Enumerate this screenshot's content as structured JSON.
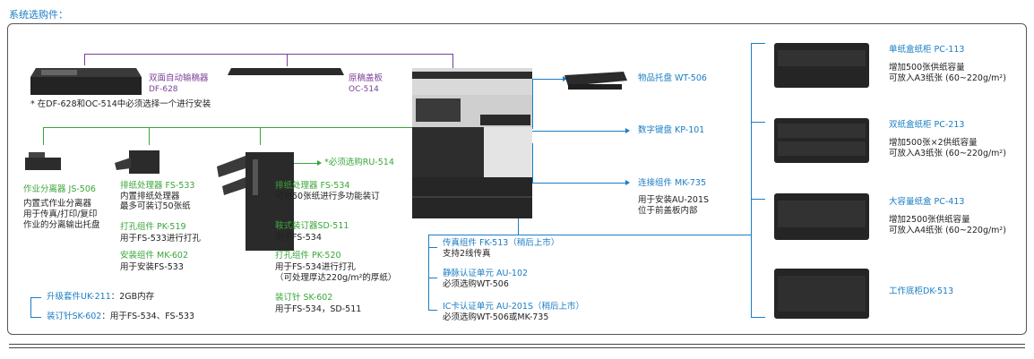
{
  "header": {
    "title": "系统选购件："
  },
  "top": {
    "df628_name": "双面自动输稿器",
    "df628_code": "DF-628",
    "oc514_name": "原稿盖板",
    "oc514_code": "OC-514",
    "note": "* 在DF-628和OC-514中必须选择一个进行安装"
  },
  "left": {
    "js506_title": "作业分离器 JS-506",
    "js506_desc": [
      "内置式作业分离器",
      "用于传真/打印/复印",
      "作业的分离输出托盘"
    ],
    "fs533_title": "排纸处理器 FS-533",
    "fs533_desc": [
      "内置排纸处理器",
      "最多可装订50张纸"
    ],
    "pk519_title": "打孔组件 PK-519",
    "pk519_desc": "用于FS-533进行打孔",
    "mk602_title": "安装组件 MK-602",
    "mk602_desc": "用于安装FS-533",
    "uk211_title": "升级套件UK-211",
    "uk211_desc": "：2GB内存",
    "sk602_title": "装订针SK-602",
    "sk602_desc": "：用于FS-534、FS-533"
  },
  "middle": {
    "ru514": "*必须选购RU-514",
    "fs534_title": "排纸处理器 FS-534",
    "fs534_desc": "可对50张纸进行多功能装订",
    "sd511_title": "鞍式装订器SD-511",
    "sd511_desc": "用于FS-534",
    "pk520_title": "打孔组件 PK-520",
    "pk520_desc": [
      "用于FS-534进行打孔",
      "（可处理厚达220g/m²的厚纸）"
    ],
    "sk602_title": "装订针 SK-602",
    "sk602_desc": "用于FS-534，SD-511"
  },
  "center": {
    "wt506_title": "物品托盘 WT-506",
    "kp101_title": "数字键盘 KP-101",
    "mk735_title": "连接组件 MK-735",
    "mk735_desc": [
      "用于安装AU-201S",
      "位于前盖板内部"
    ],
    "fk513_title": "传真组件 FK-513（稍后上市）",
    "fk513_desc": "支持2线传真",
    "au102_title": "静脉认证单元 AU-102",
    "au102_desc": "必须选购WT-506",
    "au201s_title": "IC卡认证单元 AU-201S（稍后上市）",
    "au201s_desc": "必须选购WT-506或MK-735"
  },
  "right": {
    "pc113_title": "单纸盒纸柜 PC-113",
    "pc113_desc": [
      "增加500张供纸容量",
      "可放入A3纸张 (60~220g/m²)"
    ],
    "pc213_title": "双纸盒纸柜 PC-213",
    "pc213_desc": [
      "增加500张×2供纸容量",
      "可放入A3纸张 (60~220g/m²)"
    ],
    "pc413_title": "大容量纸盒 PC-413",
    "pc413_desc": [
      "增加2500张供纸容量",
      "可放入A4纸张 (60~220g/m²)"
    ],
    "dk513_title": "工作底柜DK-513"
  },
  "colors": {
    "blue": "#1a7dc4",
    "green": "#3aa63a",
    "purple": "#7b3f97"
  }
}
